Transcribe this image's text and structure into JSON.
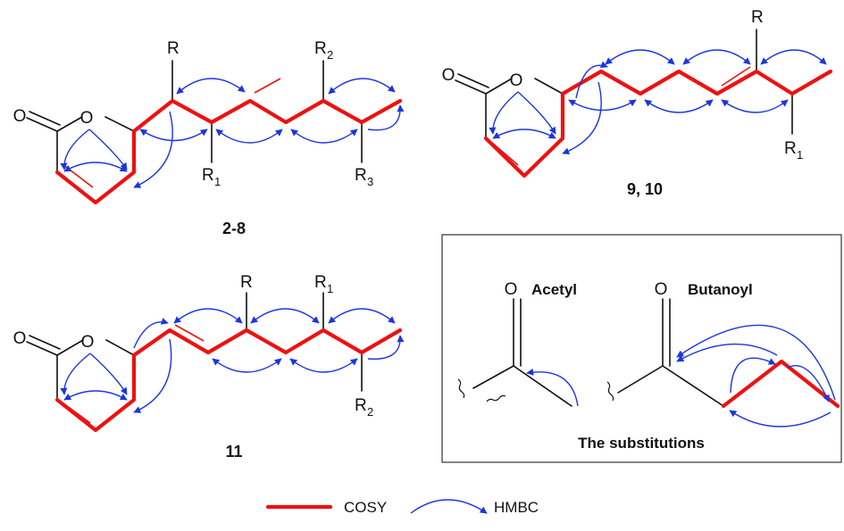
{
  "colors": {
    "cosy": "#ee1111",
    "hmbc": "#1a35e0",
    "bond": "#111111"
  },
  "atoms": {
    "oxygen": "O",
    "r": "R",
    "r1": "R",
    "r1_sub": "1",
    "r2": "R",
    "r2_sub": "2",
    "r3": "R",
    "r3_sub": "3"
  },
  "compounds": {
    "c1_label": "2-8",
    "c2_label": "9, 10",
    "c3_label": "11"
  },
  "substitutions": {
    "acetyl": "Acetyl",
    "butanoyl": "Butanoyl",
    "title": "The substitutions"
  },
  "legend": {
    "cosy": "COSY",
    "hmbc": "HMBC"
  }
}
